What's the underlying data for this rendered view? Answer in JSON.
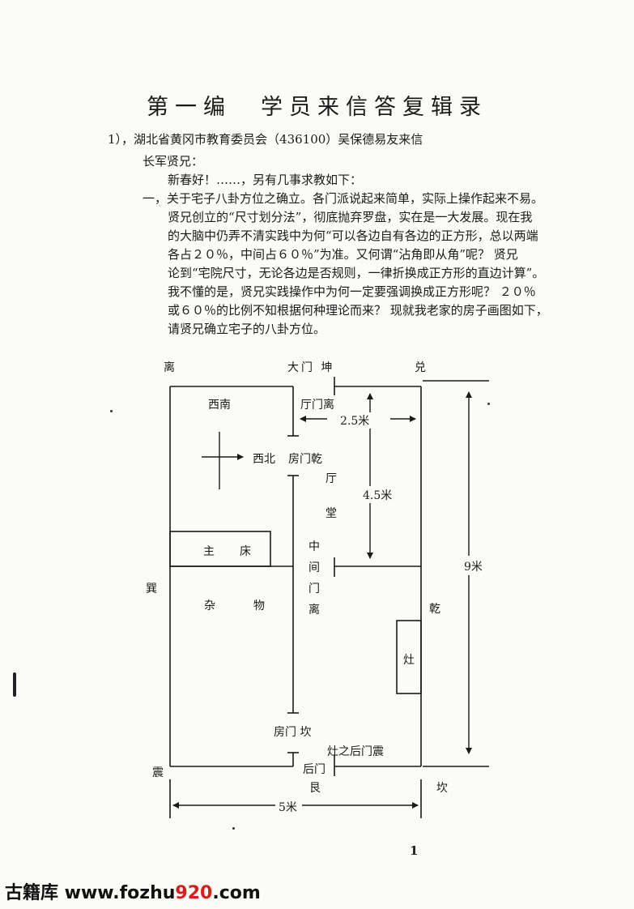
{
  "title": {
    "part1": "第一编",
    "part2": "学员来信答复辑录"
  },
  "letter": {
    "heading": "1），湖北省黄冈市教育委员会（436100）吴保德易友来信",
    "salutation": "长军贤兄：",
    "greeting": "新春好！……，另有几事求教如下：",
    "lines": [
      "一，关于宅子八卦方位之确立。各门派说起来简单，实际上操作起来不易。",
      "贤兄创立的“尺寸划分法”，彻底抛弃罗盘，实在是一大发展。现在我",
      "的大脑中仍弄不清实践中为何“可以各边自有各边的正方形，总以两端",
      "各占２０％，中间占６０％”为准。又何谓“沾角即从角”呢？ 贤兄",
      "论到“宅院尺寸，无论各边是否规则，一律折换成正方形的直边计算”。",
      "我不懂的是，贤兄实践操作中为何一定要强调换成正方形呢？ ２０％",
      "或６０％的比例不知根据何种理论而来？ 现就我老家的房子画图如下，",
      "请贤兄确立宅子的八卦方位。"
    ]
  },
  "diagram": {
    "li_top": "离",
    "damen_kun": "大门 坤",
    "dui": "兑",
    "xinan": "西南",
    "tingmen_li": "厅门离",
    "dim_2_5": "2.5米",
    "xibei": "西北",
    "fangmen_qian": "房门乾",
    "ting": "厅",
    "tang": "堂",
    "dim_4_5": "4.5米",
    "zhu": "主",
    "chuang": "床",
    "zhongjianmen_li": [
      "中",
      "间",
      "门",
      "离"
    ],
    "dim_9": "9米",
    "xun": "巽",
    "za": "杂",
    "wu": "物",
    "qian": "乾",
    "zao": "灶",
    "fangmen_kan": "房门 坎",
    "zao_houmen_zhen": "灶之后门震",
    "zhen": "震",
    "houmen": "后门",
    "gen": "艮",
    "kan": "坎",
    "dim_5": "5米"
  },
  "page_number": "1",
  "footer": {
    "part1": "古籍库 www.fozhu",
    "part2": "920",
    "part3": ".com"
  }
}
